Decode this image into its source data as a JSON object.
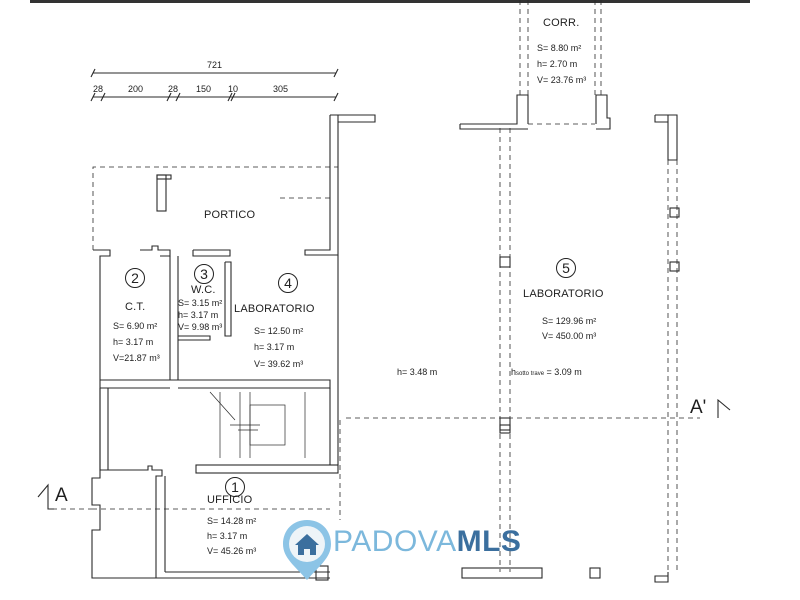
{
  "dimensions": {
    "total": "721",
    "segments": [
      "28",
      "200",
      "28",
      "150",
      "10",
      "305"
    ]
  },
  "areas": {
    "portico": {
      "label": "PORTICO"
    },
    "corridor": {
      "label": "CORR.",
      "surface": "S= 8.80 m²",
      "height": "h= 2.70 m",
      "volume": "V= 23.76 m³"
    }
  },
  "rooms": [
    {
      "number": "1",
      "name": "UFFICIO",
      "surface": "S= 14.28 m²",
      "height": "h=   3.17 m",
      "volume": "V= 45.26 m³"
    },
    {
      "number": "2",
      "name": "C.T.",
      "surface": "S=  6.90 m²",
      "height": "h=   3.17 m",
      "volume": "V=21.87 m³"
    },
    {
      "number": "3",
      "name": "W.C.",
      "surface": "S= 3.15 m²",
      "height": "h= 3.17 m",
      "volume": "V= 9.98 m³"
    },
    {
      "number": "4",
      "name": "LABORATORIO",
      "surface": "S= 12.50 m²",
      "height": "h=   3.17 m",
      "volume": "V= 39.62 m³"
    },
    {
      "number": "5",
      "name": "LABORATORIO",
      "surface": "S= 129.96 m²",
      "volume": "V= 450.00 m³"
    }
  ],
  "heights": {
    "main": "h=     3.48 m",
    "under_beam_prefix": "h",
    "under_beam_sub": "sotto trave",
    "under_beam_value": " = 3.09 m"
  },
  "section_markers": {
    "left": "A",
    "right": "A'"
  },
  "watermark": {
    "icon": "house-pin-icon",
    "text_light": "PADOVA",
    "text_bold": "MLS",
    "colors": {
      "light": "#7cb8dc",
      "bold": "#3b6f9e",
      "pin": "#8cc4e6"
    }
  }
}
